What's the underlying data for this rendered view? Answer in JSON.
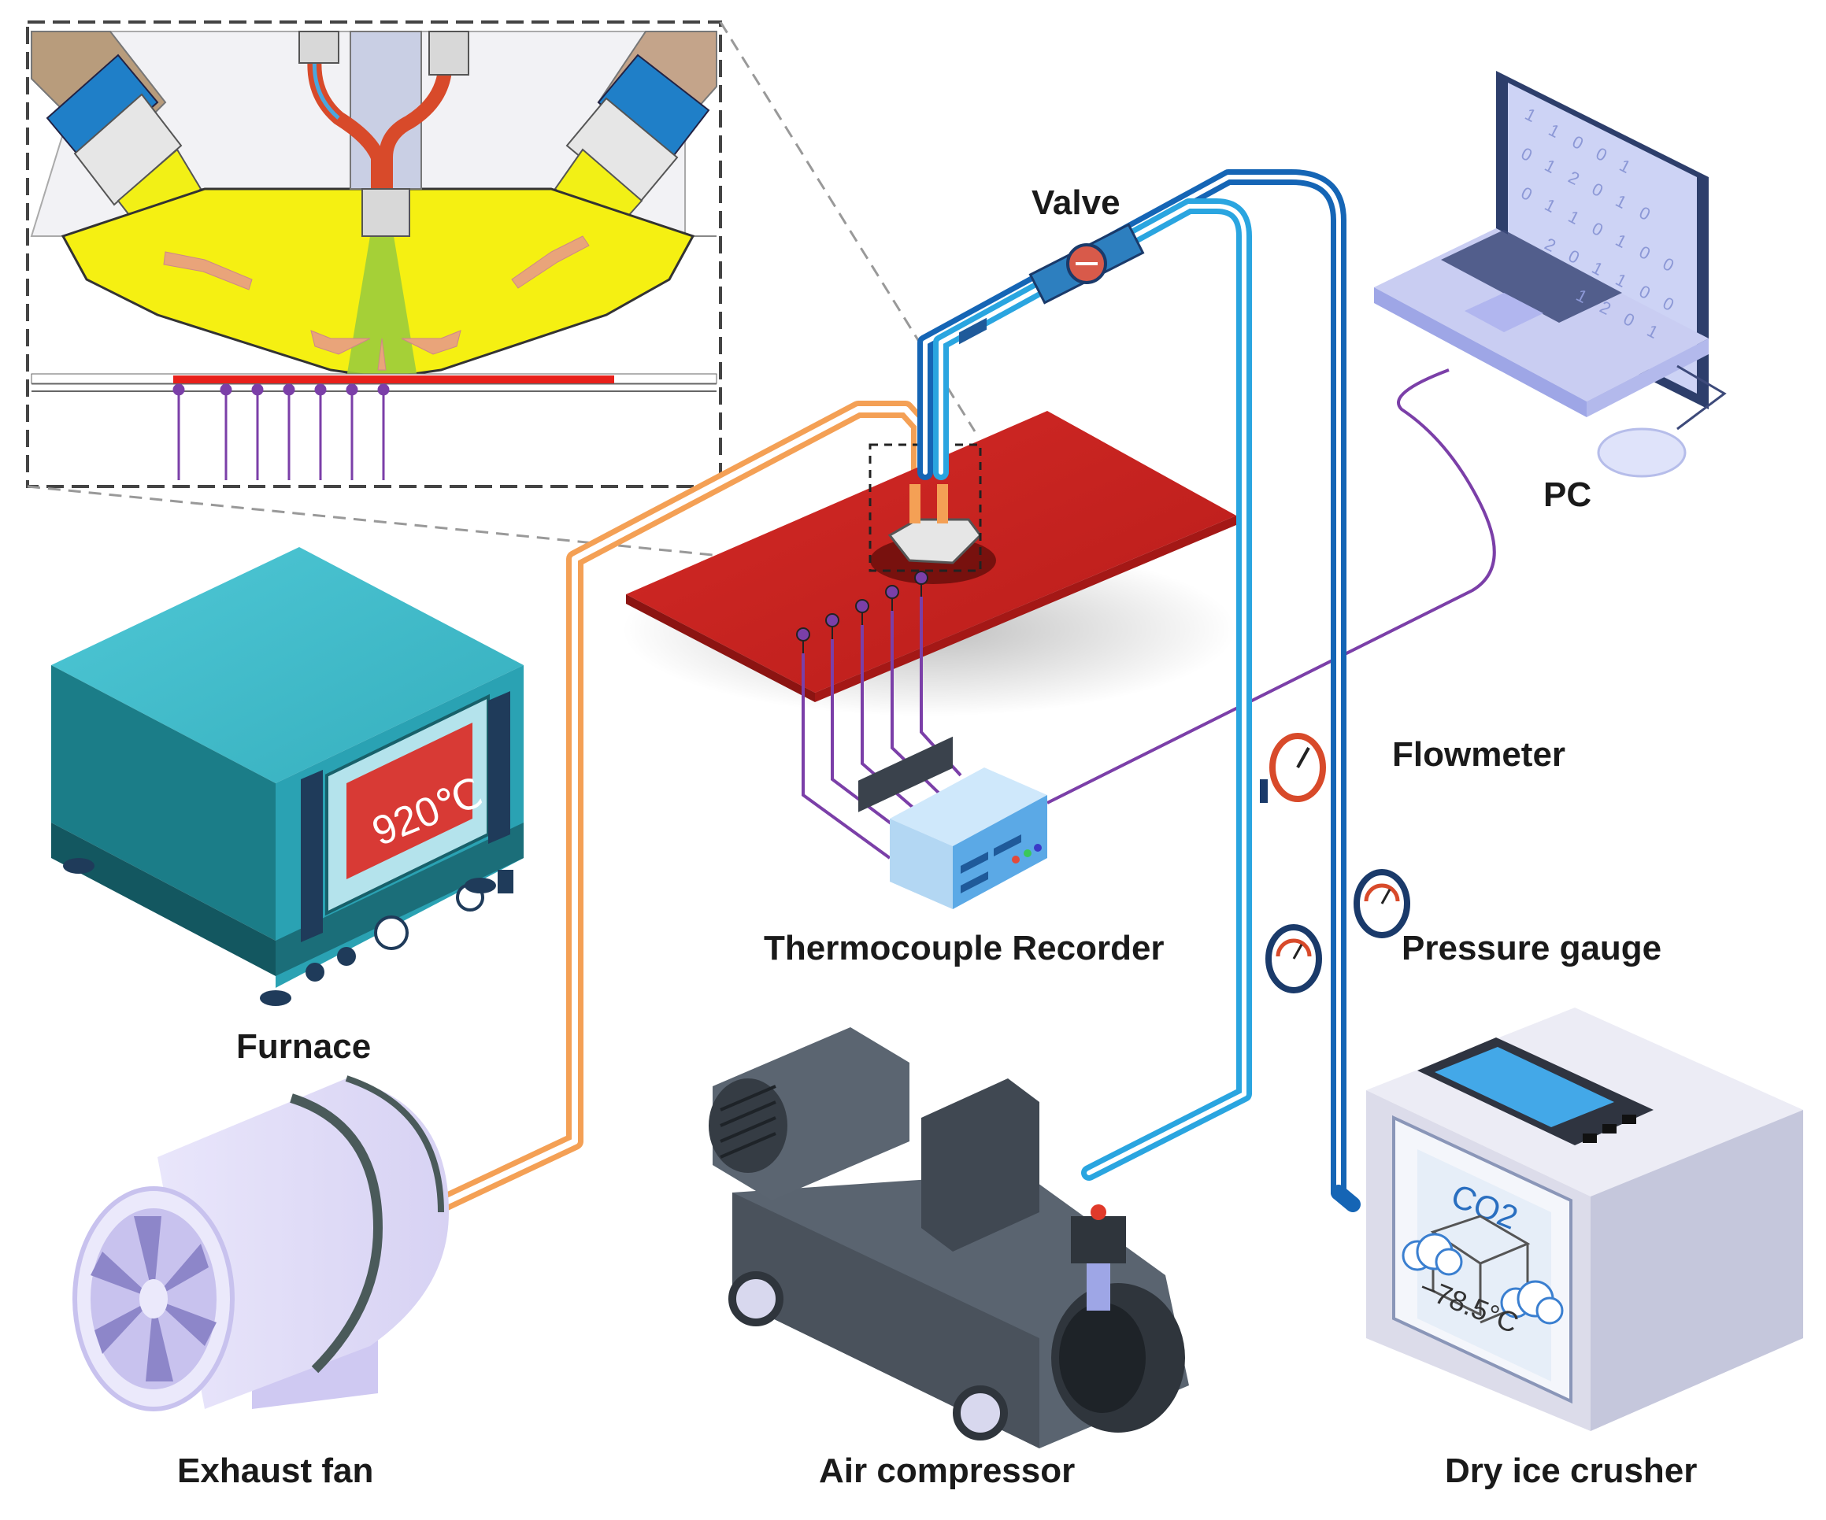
{
  "labels": {
    "valve": "Valve",
    "pc": "PC",
    "flowmeter": "Flowmeter",
    "thermocouple_recorder": "Thermocouple Recorder",
    "pressure_gauge": "Pressure gauge",
    "furnace": "Furnace",
    "exhaust_fan": "Exhaust fan",
    "air_compressor": "Air compressor",
    "dry_ice_crusher": "Dry ice crusher"
  },
  "furnace_display": "920℃",
  "dry_ice": {
    "formula": "CO2",
    "temperature": "−78.5°C"
  },
  "pc_screen_digits": [
    "1",
    "1",
    "0",
    "0",
    "1",
    "0",
    "1",
    "2",
    "0",
    "1",
    "0",
    "0",
    "1",
    "1",
    "0",
    "1",
    "0",
    "0",
    "2",
    "0",
    "1",
    "1",
    "0",
    "0",
    "1",
    "2",
    "0",
    "1"
  ],
  "colors": {
    "plate_red": "#c8201f",
    "inset_yellow": "#f5f012",
    "co2_line_blue": "#2aa5e0",
    "co2_line_dark_blue": "#1565b5",
    "exhaust_line_orange": "#f4a055",
    "signal_line_purple": "#7b3fa8",
    "furnace_teal": "#2a9cac"
  }
}
